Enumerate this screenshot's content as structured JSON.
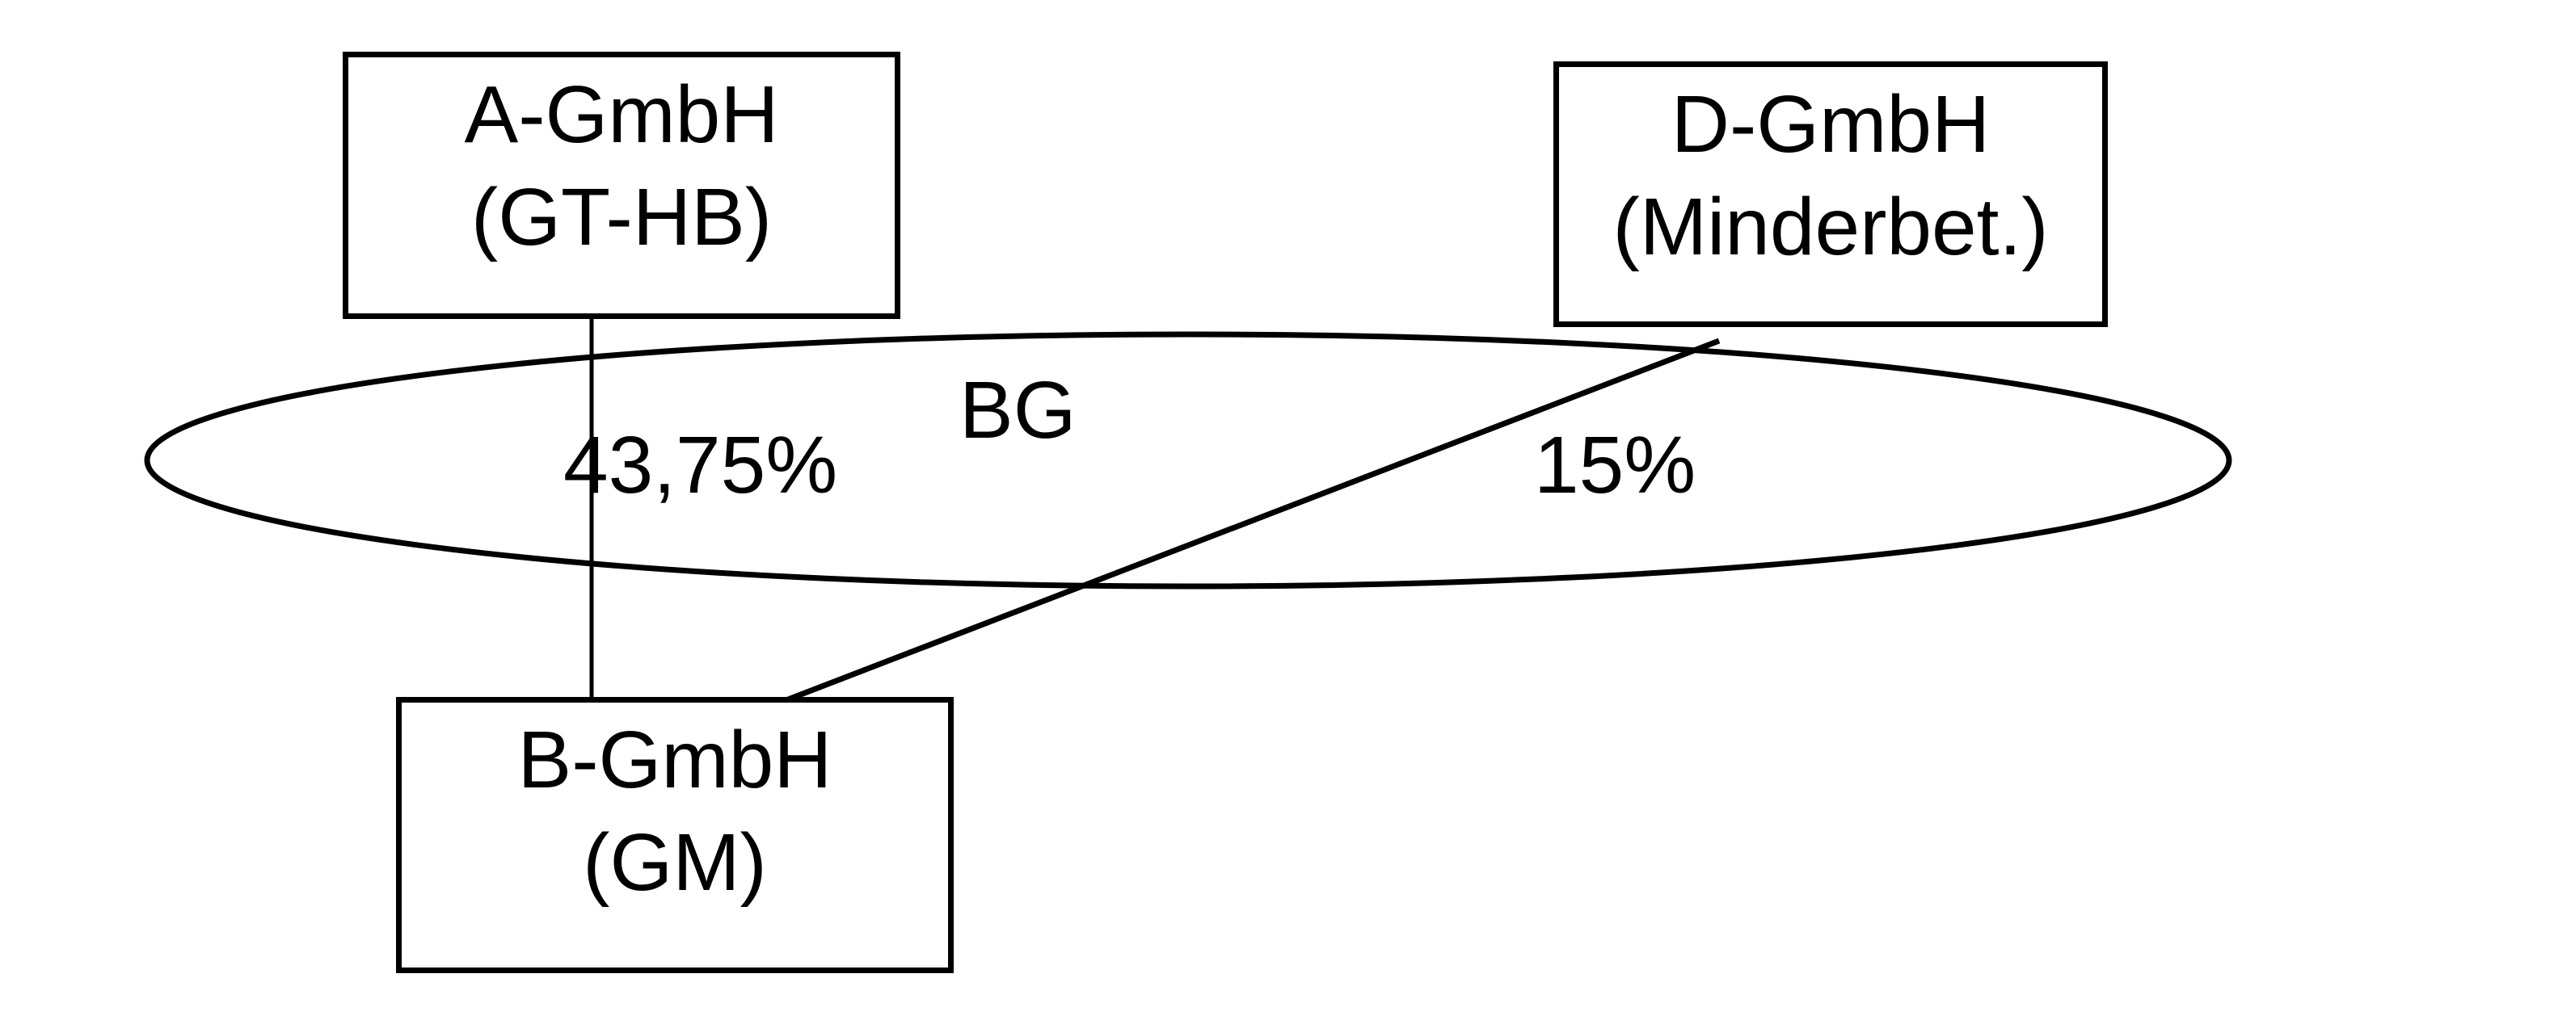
{
  "diagram": {
    "nodes": [
      {
        "id": "a",
        "name": "A-GmbH",
        "sub": "(GT-HB)"
      },
      {
        "id": "d",
        "name": "D-GmbH",
        "sub": "(Minderbet.)"
      },
      {
        "id": "b",
        "name": "B-GmbH",
        "sub": "(GM)"
      }
    ],
    "group": {
      "label": "BG"
    },
    "edges": [
      {
        "from": "A-GmbH",
        "to": "B-GmbH",
        "label": "43,75%"
      },
      {
        "from": "D-GmbH",
        "to": "B-GmbH",
        "label": "15%"
      }
    ],
    "colors": {
      "stroke": "#000000",
      "background": "#ffffff"
    }
  }
}
